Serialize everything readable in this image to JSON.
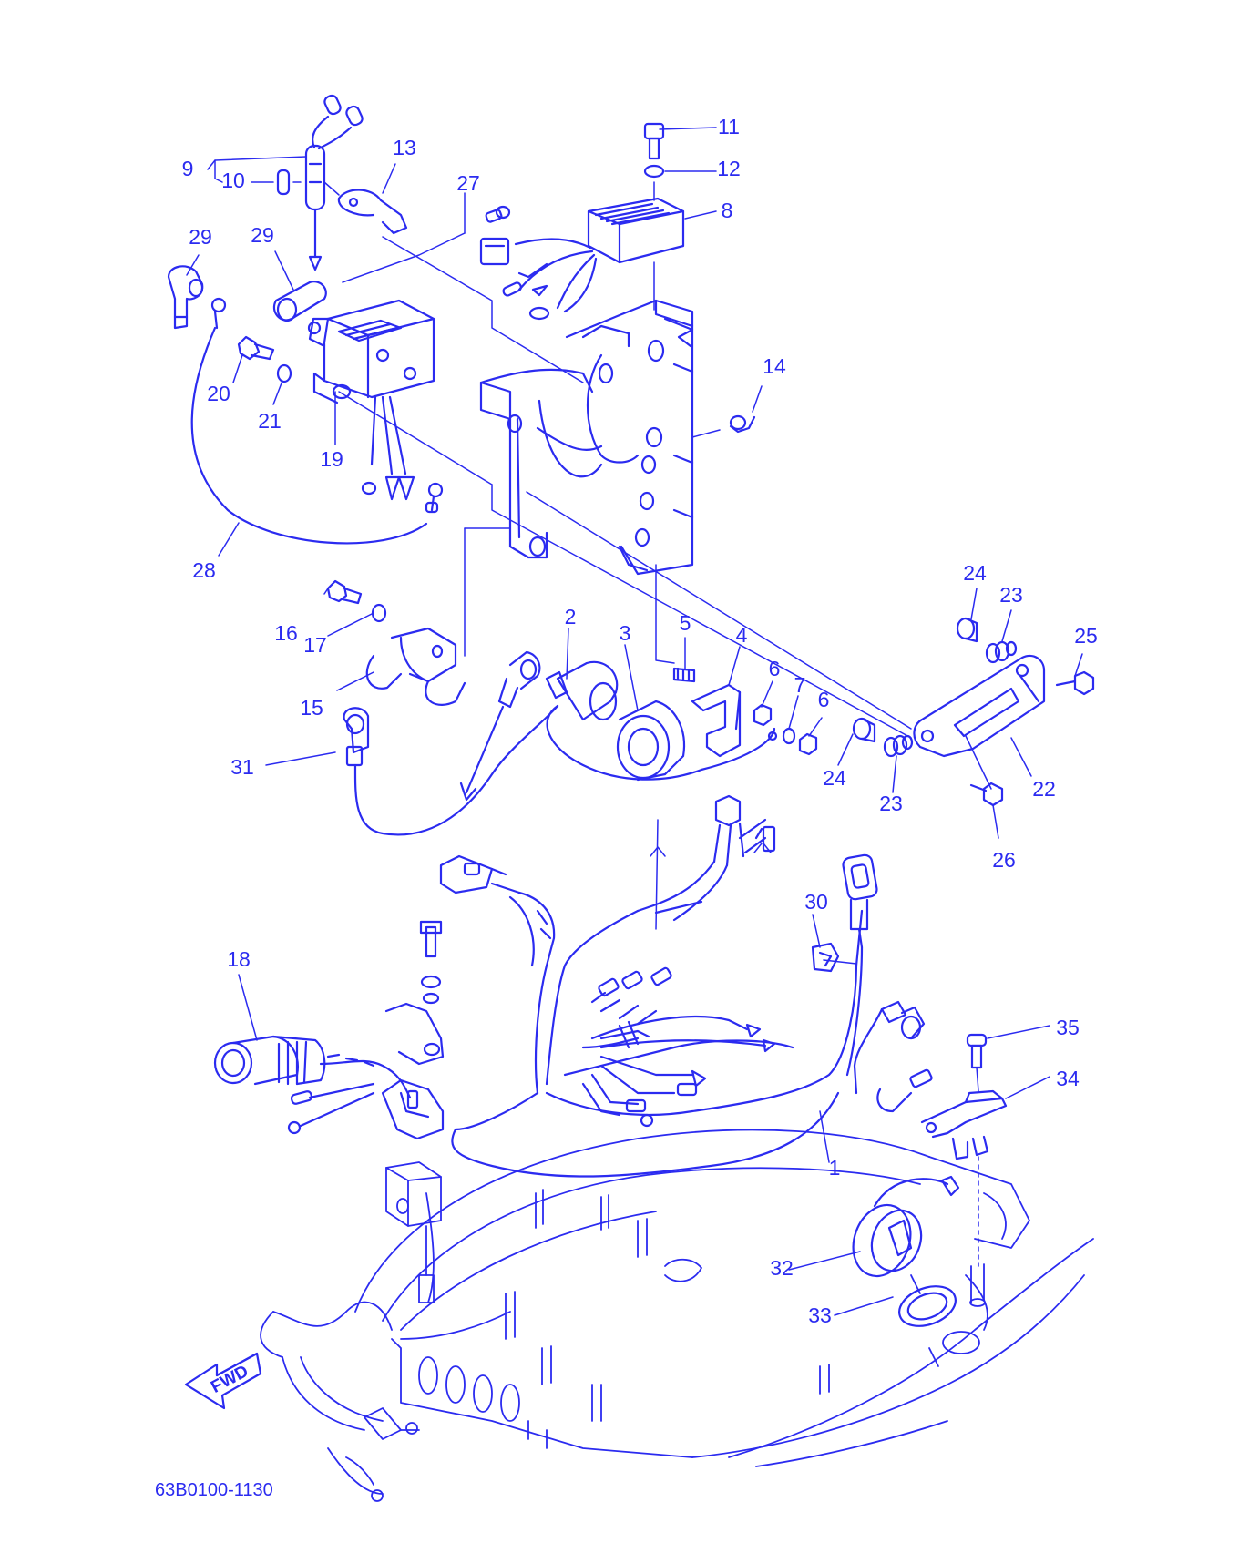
{
  "colors": {
    "ink": "#2b2bf0",
    "background": "#ffffff"
  },
  "diagram": {
    "drawing_number": "63B0100-1130",
    "direction_arrow_label": "FWD",
    "callouts": [
      "1",
      "2",
      "3",
      "4",
      "5",
      "6",
      "6",
      "7",
      "8",
      "9",
      "10",
      "11",
      "12",
      "13",
      "14",
      "15",
      "16",
      "17",
      "18",
      "19",
      "20",
      "21",
      "22",
      "23",
      "23",
      "24",
      "24",
      "25",
      "26",
      "27",
      "28",
      "29",
      "29",
      "30",
      "31",
      "32",
      "33",
      "34",
      "35"
    ]
  }
}
